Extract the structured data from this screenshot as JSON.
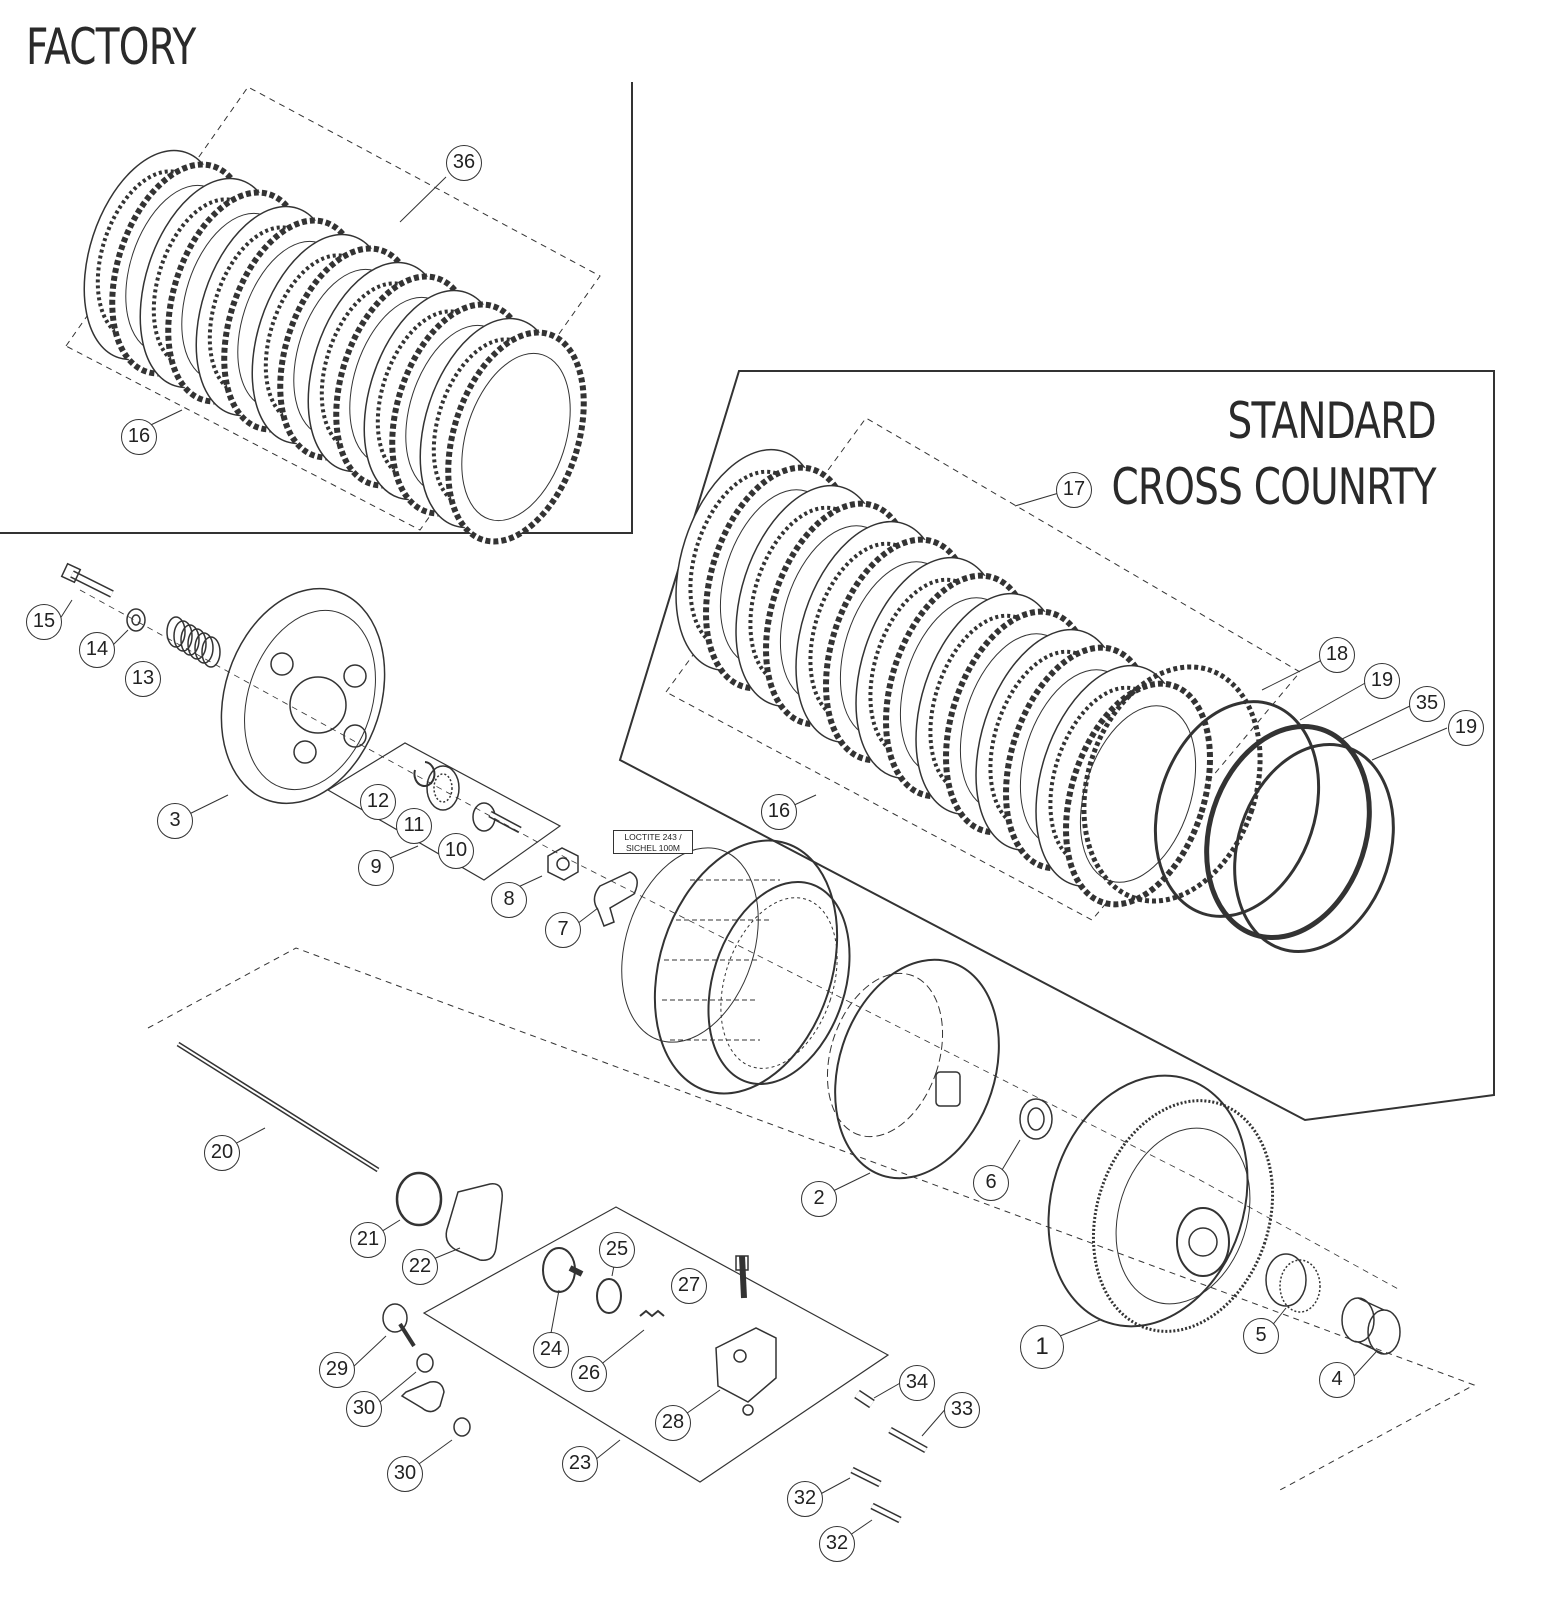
{
  "titles": {
    "factory": "FACTORY",
    "standard_line1": "STANDARD",
    "standard_line2": "CROSS COUNRTY"
  },
  "note": {
    "loctite_line1": "LOCTITE 243 /",
    "loctite_line2": "SICHEL 100M"
  },
  "callouts": {
    "c36": "36",
    "c16_factory": "16",
    "c17": "17",
    "c16_standard": "16",
    "c18": "18",
    "c19_a": "19",
    "c35": "35",
    "c19_b": "19",
    "c15": "15",
    "c14": "14",
    "c13": "13",
    "c3": "3",
    "c12": "12",
    "c11": "11",
    "c10": "10",
    "c9": "9",
    "c8": "8",
    "c7": "7",
    "c20": "20",
    "c2": "2",
    "c6": "6",
    "c1": "1",
    "c5": "5",
    "c4": "4",
    "c21": "21",
    "c22": "22",
    "c25": "25",
    "c27": "27",
    "c24": "24",
    "c26": "26",
    "c29": "29",
    "c30_a": "30",
    "c30_b": "30",
    "c28": "28",
    "c23": "23",
    "c34": "34",
    "c33": "33",
    "c32_a": "32",
    "c32_b": "32"
  },
  "colors": {
    "line": "#333333",
    "background": "#ffffff"
  }
}
